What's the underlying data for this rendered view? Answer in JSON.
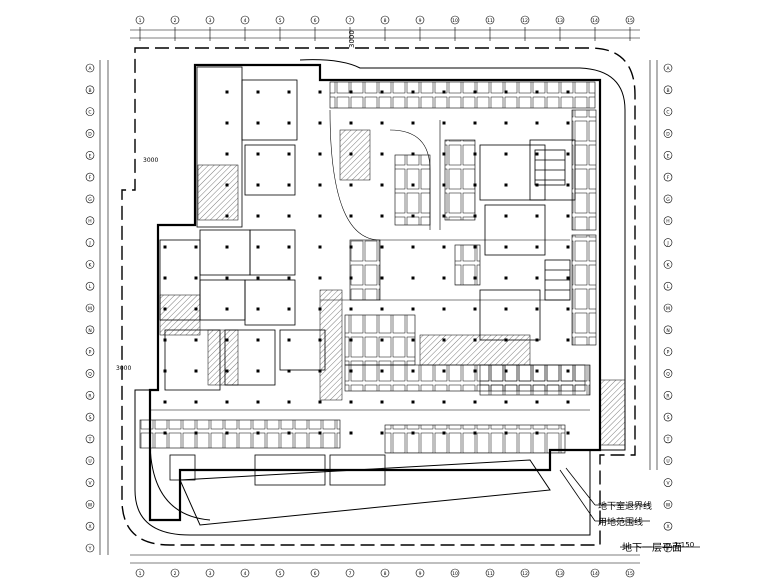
{
  "drawing": {
    "title": "地下一层平面",
    "scale": "1:150",
    "legend": {
      "boundary_line": "地下室退界线",
      "red_line": "用地范围线"
    },
    "dimensions": {
      "top_setback": "3000",
      "left_setback": "3000",
      "left_lower_setback": "3000"
    },
    "axis_labels_left": [
      "A",
      "B",
      "C",
      "D",
      "E",
      "F",
      "G",
      "H",
      "J",
      "K",
      "L",
      "M",
      "N",
      "P",
      "Q",
      "R",
      "S",
      "T",
      "U",
      "V",
      "W",
      "X",
      "Y"
    ],
    "axis_labels_top": [
      "1",
      "2",
      "3",
      "4",
      "5",
      "6",
      "7",
      "8",
      "9",
      "10",
      "11",
      "12",
      "13",
      "14",
      "15"
    ],
    "colors": {
      "line": "#000000",
      "background": "#ffffff"
    }
  }
}
